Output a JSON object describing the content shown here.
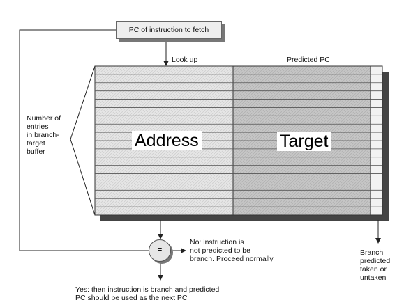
{
  "pc_box_label": "PC of instruction to fetch",
  "lookup_label": "Look up",
  "predicted_pc_label": "Predicted PC",
  "entries_label_lines": [
    "Number of",
    "entries",
    "in branch-",
    "target",
    "buffer"
  ],
  "address_label": "Address",
  "target_label": "Target",
  "compare_symbol": "=",
  "no_label_lines": [
    "No:  instruction is",
    "not predicted to be",
    "branch. Proceed normally"
  ],
  "yes_label_lines": [
    "Yes:  then instruction is branch and predicted",
    "PC should be used as the next PC"
  ],
  "branch_label_lines": [
    "Branch",
    "predicted",
    "taken or",
    "untaken"
  ],
  "colors": {
    "address_fill": "#e4e4e4",
    "target_fill": "#c4c4c4",
    "shadow": "#444444",
    "line": "#222222"
  }
}
